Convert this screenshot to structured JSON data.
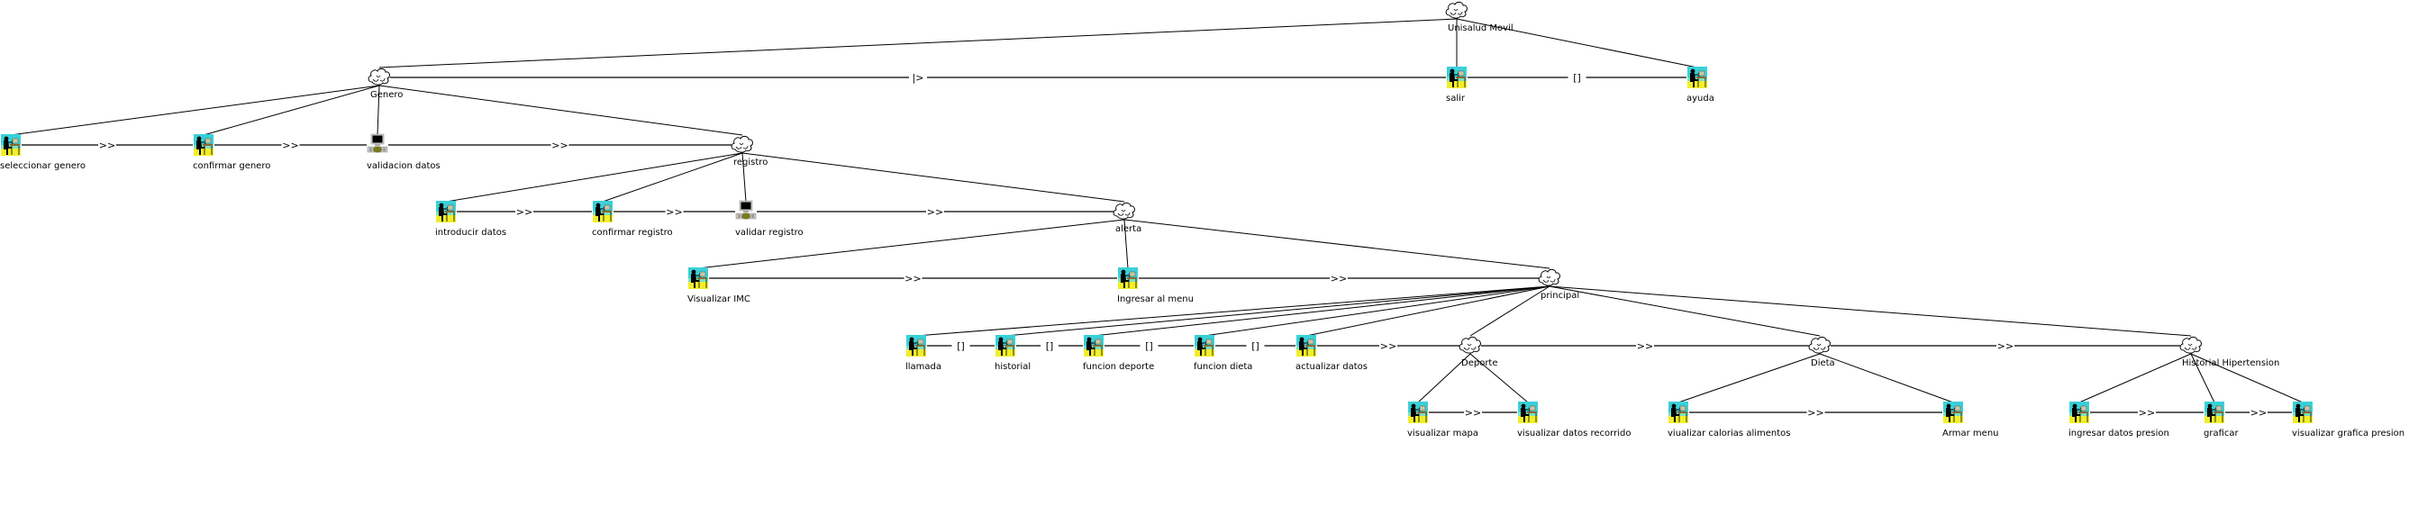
{
  "diagram": {
    "title": "Unisalud Movil",
    "type": "ConcurTaskTrees task model",
    "nodes": [
      {
        "id": "root",
        "label": "Unisalud Movil",
        "kind": "abstract",
        "parent": null
      },
      {
        "id": "genero",
        "label": "Genero",
        "kind": "abstract",
        "parent": "root"
      },
      {
        "id": "salir",
        "label": "salir",
        "kind": "interaction",
        "parent": "root"
      },
      {
        "id": "ayuda",
        "label": "ayuda",
        "kind": "interaction",
        "parent": "root"
      },
      {
        "id": "seleccionar_genero",
        "label": "seleccionar genero",
        "kind": "interaction",
        "parent": "genero"
      },
      {
        "id": "confirmar_genero",
        "label": "confirmar genero",
        "kind": "interaction",
        "parent": "genero"
      },
      {
        "id": "validacion_datos",
        "label": "validacion datos",
        "kind": "application",
        "parent": "genero"
      },
      {
        "id": "registro",
        "label": "registro",
        "kind": "abstract",
        "parent": "genero"
      },
      {
        "id": "introducir_datos",
        "label": "introducir datos",
        "kind": "interaction",
        "parent": "registro"
      },
      {
        "id": "confirmar_registro",
        "label": "confirmar registro",
        "kind": "interaction",
        "parent": "registro"
      },
      {
        "id": "validar_registro",
        "label": "validar registro",
        "kind": "application",
        "parent": "registro"
      },
      {
        "id": "alerta",
        "label": "alerta",
        "kind": "abstract",
        "parent": "registro"
      },
      {
        "id": "visualizar_imc",
        "label": "Visualizar IMC",
        "kind": "interaction",
        "parent": "alerta"
      },
      {
        "id": "ingresar_menu",
        "label": "Ingresar al menu",
        "kind": "interaction",
        "parent": "alerta"
      },
      {
        "id": "principal",
        "label": "principal",
        "kind": "abstract",
        "parent": "alerta"
      },
      {
        "id": "llamada",
        "label": "llamada",
        "kind": "interaction",
        "parent": "principal"
      },
      {
        "id": "historial",
        "label": "historial",
        "kind": "interaction",
        "parent": "principal"
      },
      {
        "id": "funcion_deporte",
        "label": "funcion deporte",
        "kind": "interaction",
        "parent": "principal"
      },
      {
        "id": "funcion_dieta",
        "label": "funcion dieta",
        "kind": "interaction",
        "parent": "principal"
      },
      {
        "id": "actualizar_datos",
        "label": "actualizar datos",
        "kind": "interaction",
        "parent": "principal"
      },
      {
        "id": "deporte",
        "label": "Deporte",
        "kind": "abstract",
        "parent": "principal"
      },
      {
        "id": "dieta",
        "label": "Dieta",
        "kind": "abstract",
        "parent": "principal"
      },
      {
        "id": "historial_hipertension",
        "label": "Historial Hipertension",
        "kind": "abstract",
        "parent": "principal"
      },
      {
        "id": "visualizar_mapa",
        "label": "visualizar mapa",
        "kind": "interaction",
        "parent": "deporte"
      },
      {
        "id": "visualizar_datos_recorrido",
        "label": "visualizar datos recorrido",
        "kind": "interaction",
        "parent": "deporte"
      },
      {
        "id": "viualizar_calorias",
        "label": "viualizar calorias alimentos",
        "kind": "interaction",
        "parent": "dieta"
      },
      {
        "id": "armar_menu",
        "label": "Armar menu",
        "kind": "interaction",
        "parent": "dieta"
      },
      {
        "id": "ingresar_datos_presion",
        "label": "ingresar datos presion",
        "kind": "interaction",
        "parent": "historial_hipertension"
      },
      {
        "id": "graficar",
        "label": "graficar",
        "kind": "interaction",
        "parent": "historial_hipertension"
      },
      {
        "id": "visualizar_grafica_presion",
        "label": "visualizar grafica presion",
        "kind": "interaction",
        "parent": "historial_hipertension"
      }
    ],
    "operators": [
      {
        "from": "genero",
        "to": "salir",
        "symbol": "|>"
      },
      {
        "from": "salir",
        "to": "ayuda",
        "symbol": "[]"
      },
      {
        "from": "seleccionar_genero",
        "to": "confirmar_genero",
        "symbol": ">>"
      },
      {
        "from": "confirmar_genero",
        "to": "validacion_datos",
        "symbol": ">>"
      },
      {
        "from": "validacion_datos",
        "to": "registro",
        "symbol": ">>"
      },
      {
        "from": "introducir_datos",
        "to": "confirmar_registro",
        "symbol": ">>"
      },
      {
        "from": "confirmar_registro",
        "to": "validar_registro",
        "symbol": ">>"
      },
      {
        "from": "validar_registro",
        "to": "alerta",
        "symbol": ">>"
      },
      {
        "from": "visualizar_imc",
        "to": "ingresar_menu",
        "symbol": ">>"
      },
      {
        "from": "ingresar_menu",
        "to": "principal",
        "symbol": ">>"
      },
      {
        "from": "llamada",
        "to": "historial",
        "symbol": "[]"
      },
      {
        "from": "historial",
        "to": "funcion_deporte",
        "symbol": "[]"
      },
      {
        "from": "funcion_deporte",
        "to": "funcion_dieta",
        "symbol": "[]"
      },
      {
        "from": "funcion_dieta",
        "to": "actualizar_datos",
        "symbol": "[]"
      },
      {
        "from": "actualizar_datos",
        "to": "deporte",
        "symbol": ">>"
      },
      {
        "from": "deporte",
        "to": "dieta",
        "symbol": ">>"
      },
      {
        "from": "dieta",
        "to": "historial_hipertension",
        "symbol": ">>"
      },
      {
        "from": "visualizar_mapa",
        "to": "visualizar_datos_recorrido",
        "symbol": ">>"
      },
      {
        "from": "viualizar_calorias",
        "to": "armar_menu",
        "symbol": ">>"
      },
      {
        "from": "ingresar_datos_presion",
        "to": "graficar",
        "symbol": ">>"
      },
      {
        "from": "graficar",
        "to": "visualizar_grafica_presion",
        "symbol": ">>"
      }
    ]
  }
}
